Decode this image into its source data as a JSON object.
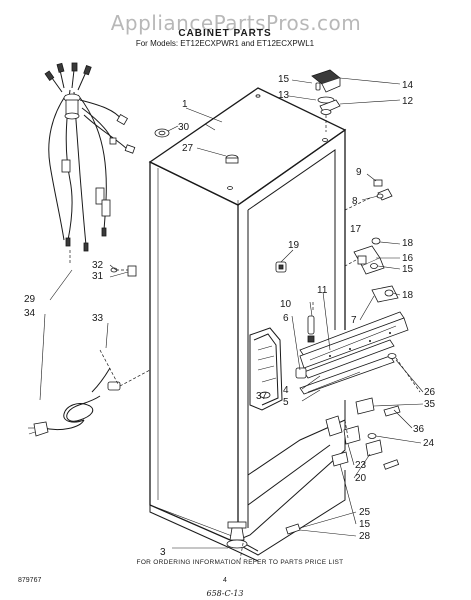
{
  "watermark": "AppliancePartsPros.com",
  "header": {
    "title": "CABINET PARTS",
    "models": "For Models: ET12ECXPWR1 and ET12ECXPWL1"
  },
  "callouts": {
    "c1": "1",
    "c3": "3",
    "c4": "4",
    "c5": "5",
    "c6": "6",
    "c7": "7",
    "c8": "8",
    "c9": "9",
    "c10": "10",
    "c11": "11",
    "c12": "12",
    "c13": "13",
    "c14": "14",
    "c15a": "15",
    "c15b": "15",
    "c15c": "15",
    "c16": "16",
    "c17": "17",
    "c18a": "18",
    "c18b": "18",
    "c19": "19",
    "c20": "20",
    "c23": "23",
    "c24": "24",
    "c25": "25",
    "c26": "26",
    "c27": "27",
    "c28": "28",
    "c29": "29",
    "c30": "30",
    "c31": "31",
    "c32": "32",
    "c33": "33",
    "c34": "34",
    "c35": "35",
    "c36": "36",
    "c37": "37"
  },
  "footer": {
    "note": "FOR ORDERING INFORMATION REFER TO PARTS PRICE LIST",
    "code": "879767",
    "page": "4",
    "handwritten": "658-C-13"
  }
}
